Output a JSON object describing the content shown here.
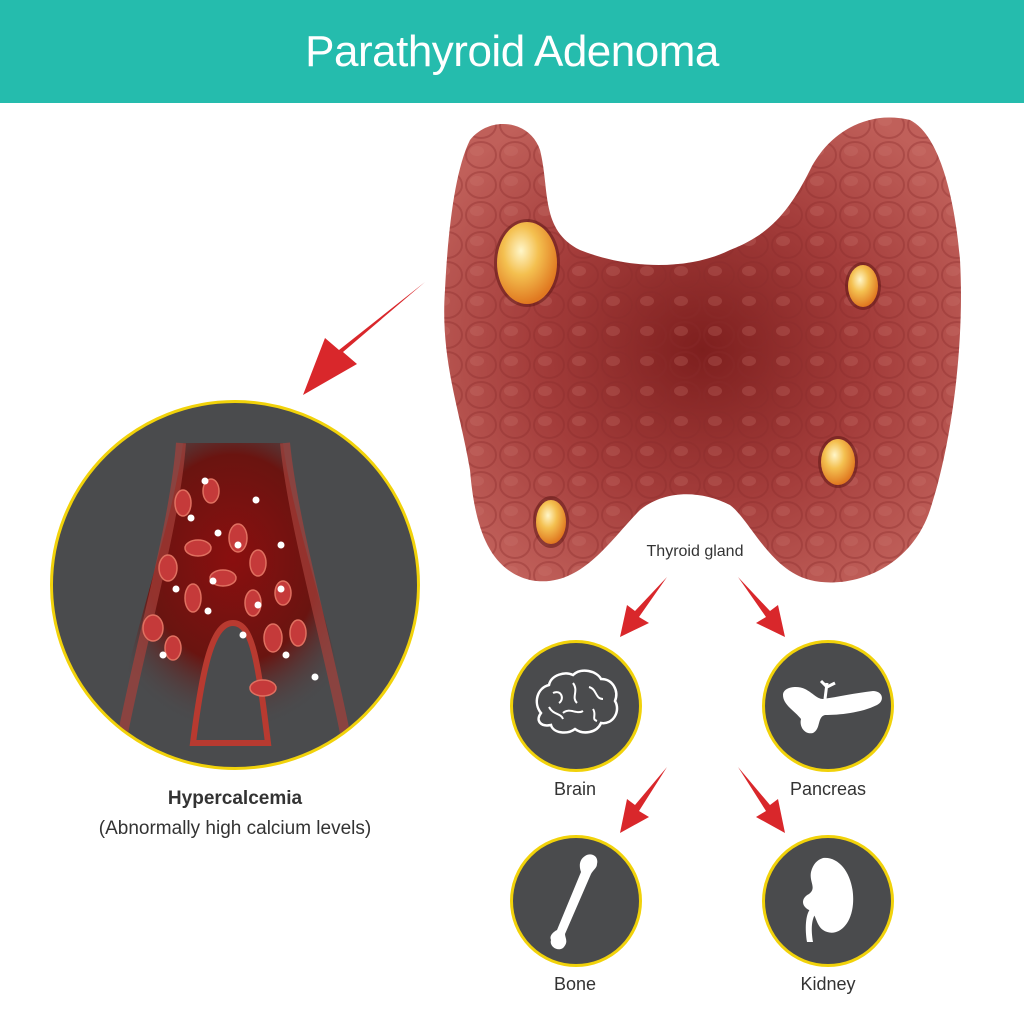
{
  "header": {
    "title": "Parathyroid Adenoma",
    "background_color": "#25bcad"
  },
  "thyroid": {
    "label": "Thyroid gland",
    "tissue_color": "#a8403e",
    "adenoma_color": "#f0a030",
    "nodules": [
      {
        "position": "upper-left",
        "size": "large"
      },
      {
        "position": "upper-right",
        "size": "small"
      },
      {
        "position": "lower-right",
        "size": "small"
      },
      {
        "position": "lower-left",
        "size": "small"
      }
    ]
  },
  "blood_vessel_panel": {
    "title": "Hypercalcemia",
    "subtitle": "(Abnormally high calcium levels)",
    "icon": "blood-vessel-icon"
  },
  "affected_organs": [
    {
      "label": "Brain",
      "icon": "brain-icon"
    },
    {
      "label": "Pancreas",
      "icon": "pancreas-icon"
    },
    {
      "label": "Bone",
      "icon": "bone-icon"
    },
    {
      "label": "Kidney",
      "icon": "kidney-icon"
    }
  ],
  "colors": {
    "arrow": "#d9272b",
    "circle_fill": "#4a4b4d",
    "circle_border": "#f1d20a",
    "text": "#333333"
  }
}
